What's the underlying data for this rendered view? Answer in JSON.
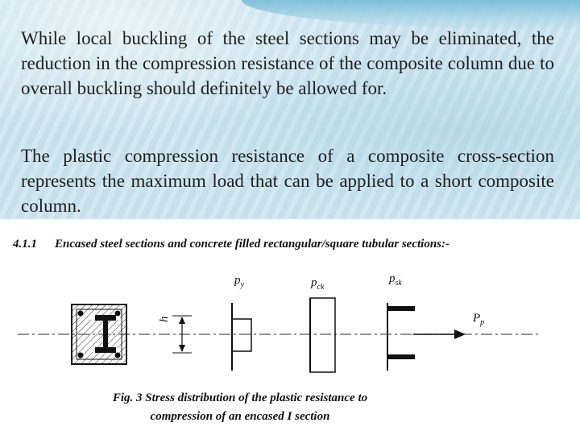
{
  "slide": {
    "paragraphs": [
      "While local buckling of the steel sections may be eliminated, the reduction in the compression resistance of the composite column due to overall buckling should definitely be allowed for.",
      "The plastic compression resistance of a composite cross-section represents the maximum load that can be applied to a short composite column."
    ]
  },
  "figure": {
    "heading_number": "4.1.1",
    "heading_text": "Encased steel sections and concrete filled rectangular/square tubular sections:-",
    "labels": {
      "py": "p",
      "py_sub": "y",
      "pck": "p",
      "pck_sub": "ck",
      "psk": "p",
      "psk_sub": "sk",
      "pp": "P",
      "pp_sub": "p",
      "h": "h"
    },
    "caption_line1": "Fig. 3 Stress distribution of the plastic resistance to",
    "caption_line2": "compression of an encased I section"
  }
}
